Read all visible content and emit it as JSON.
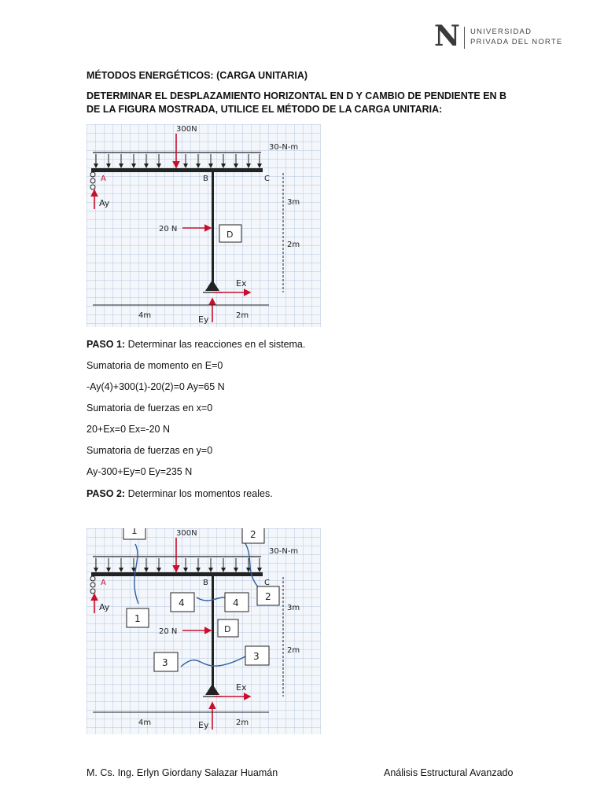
{
  "header": {
    "logo_main": "UNIVERSIDAD",
    "logo_sub": "PRIVADA DEL NORTE"
  },
  "doc": {
    "title": "MÉTODOS ENERGÉTICOS: (CARGA UNITARIA)",
    "statement": "DETERMINAR EL DESPLAZAMIENTO HORIZONTAL EN D Y CAMBIO DE PENDIENTE EN B DE LA FIGURA MOSTRADA, UTILICE EL MÉTODO DE LA CARGA UNITARIA:"
  },
  "figure": {
    "load_300": "300N",
    "dist_load": "30-N-m",
    "label_a": "A",
    "label_b": "B",
    "label_c": "C",
    "label_ay": "Ay",
    "label_ey": "Ey",
    "label_ex": "Ex",
    "load_20": "20 N",
    "label_d": "D",
    "dim_3m": "3m",
    "dim_2m": "2m",
    "dim_4m": "4m",
    "dim_2m_h": "2m"
  },
  "steps": {
    "paso1_label": "PASO 1:",
    "paso1_text": " Determinar las reacciones en el sistema.",
    "line1": "Sumatoria de momento en E=0",
    "line2": "-Ay(4)+300(1)-20(2)=0       Ay=65 N",
    "line3": "Sumatoria de fuerzas en x=0",
    "line4": "20+Ex=0     Ex=-20 N",
    "line5": "Sumatoria de fuerzas en  y=0",
    "line6": "Ay-300+Ey=0    Ey=235 N",
    "paso2_label": "PASO 2:",
    "paso2_text": " Determinar los momentos reales."
  },
  "cuts": {
    "c1": "1",
    "c2": "2",
    "c3": "3",
    "c4": "4"
  },
  "footer": {
    "author": "M. Cs. Ing. Erlyn Giordany Salazar Huamán",
    "course": "Análisis Estructural Avanzado"
  }
}
